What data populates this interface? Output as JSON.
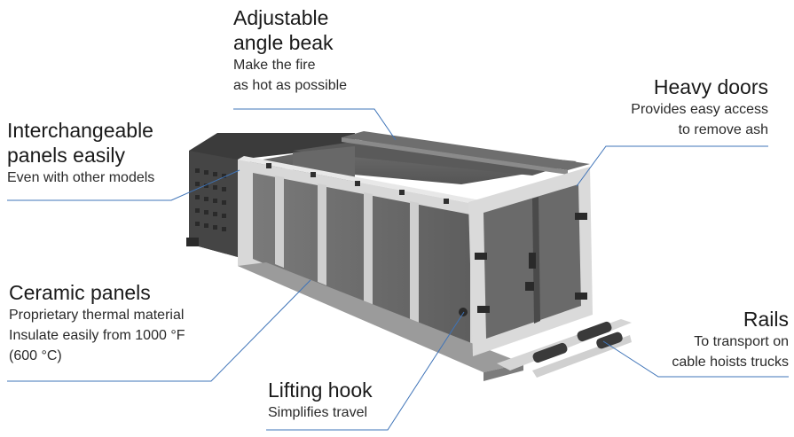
{
  "callouts": {
    "beak": {
      "title_1": "Adjustable",
      "title_2": "angle beak",
      "desc_1": "Make the fire",
      "desc_2": "as hot as possible"
    },
    "doors": {
      "title_1": "Heavy doors",
      "desc_1": "Provides easy access",
      "desc_2": "to remove ash"
    },
    "panels": {
      "title_1": "Interchangeable",
      "title_2": "panels easily",
      "desc_1": "Even with other models"
    },
    "ceramic": {
      "title_1": "Ceramic panels",
      "desc_1": "Proprietary thermal material",
      "desc_2": "Insulate easily from 1000 °F",
      "desc_3": "(600 °C)"
    },
    "rails": {
      "title_1": "Rails",
      "desc_1": "To transport on",
      "desc_2": "cable hoists trucks"
    },
    "hook": {
      "title_1": "Lifting hook",
      "desc_1": "Simplifies travel"
    }
  },
  "colors": {
    "leader_line": "#3f74b8",
    "frame": "#dcdcdc",
    "panel": "#6b6b6b",
    "dark": "#3a3a3a"
  }
}
